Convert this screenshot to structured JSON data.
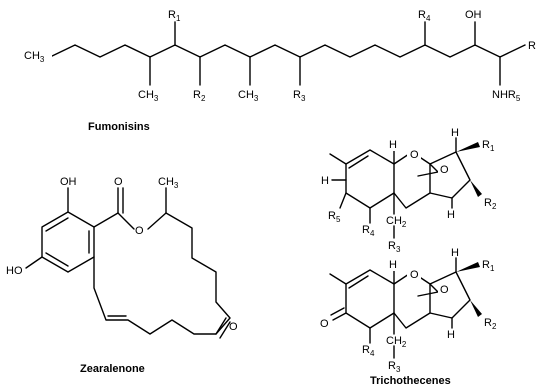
{
  "compounds": [
    {
      "id": "fumonisins",
      "name": "Fumonisins",
      "labels": [
        "CH3",
        "CH3",
        "R1",
        "R2",
        "CH3",
        "R3",
        "R4",
        "OH",
        "R",
        "NHR5"
      ]
    },
    {
      "id": "zearalenone",
      "name": "Zearalenone",
      "labels": [
        "OH",
        "O",
        "CH3",
        "O",
        "HO",
        "O"
      ]
    },
    {
      "id": "trichothecene-top",
      "labels": [
        "H",
        "O",
        "H",
        "R1",
        "O",
        "H",
        "R5",
        "R4",
        "CH2",
        "R3",
        "H",
        "R2"
      ]
    },
    {
      "id": "trichothecene-bottom",
      "labels": [
        "H",
        "O",
        "H",
        "R1",
        "O",
        "O",
        "R4",
        "CH2",
        "R3",
        "H",
        "R2"
      ]
    }
  ],
  "trichothecenes_caption": "Trichothecenes"
}
